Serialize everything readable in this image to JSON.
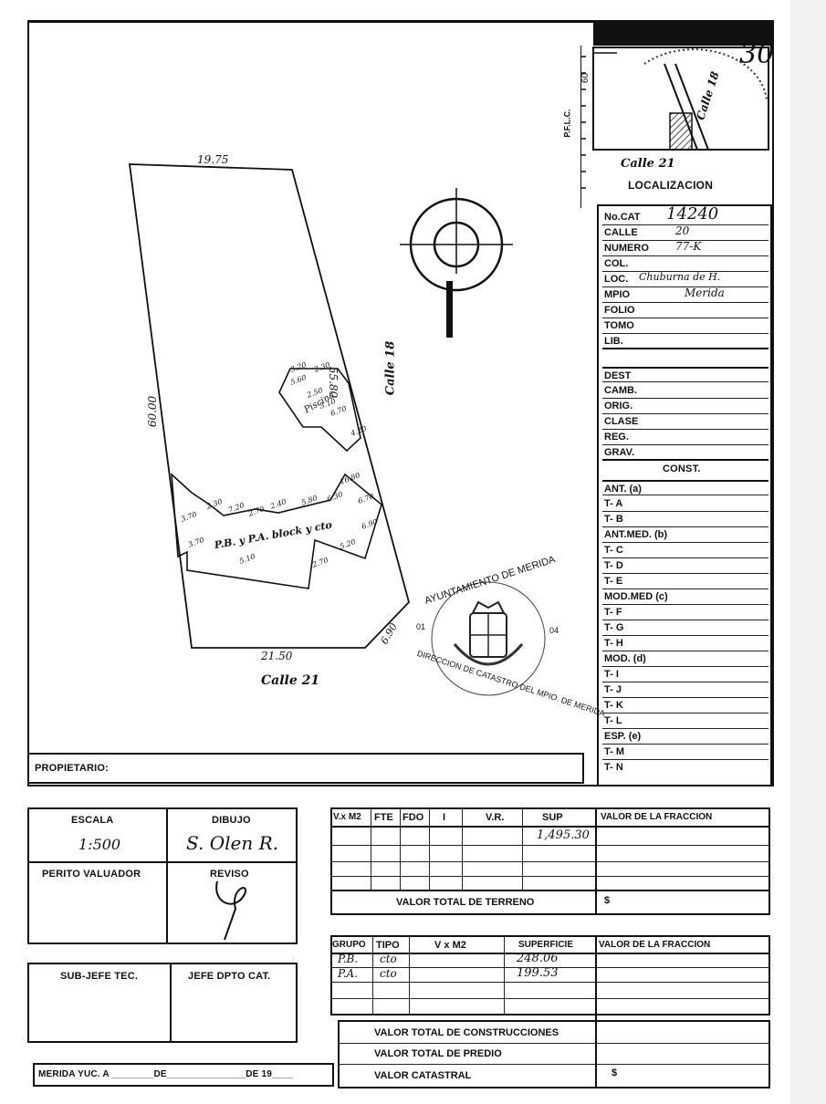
{
  "localizacion": {
    "title": "LOCALIZACION",
    "side_label": "P.F.L.C.",
    "depth_label": "60",
    "street_label": "Calle 21",
    "calle_label": "Calle 18",
    "page_mark": "30"
  },
  "plan": {
    "top_dim": "19.75",
    "left_dim": "60.00",
    "right_dim": "55.80",
    "bottom_dim": "21.50",
    "corner_dim": "6.90",
    "right_street": "Calle 18",
    "bottom_street": "Calle 21",
    "building_label": "P.B. y P.A. block y cto",
    "pool_label": "Piscina",
    "dims_small": [
      "3.20",
      "2.30",
      "5.60",
      "2.50",
      "3.10",
      "2.30",
      "7.20",
      "2.70",
      "2.40",
      "5.80",
      "6.30",
      "16.80",
      "6.70",
      "6.90",
      "5.20",
      "5.10",
      "2.70",
      "3.70",
      "3.70",
      "4.20",
      "6.70"
    ]
  },
  "seal": {
    "top": "AYUNTAMIENTO DE MERIDA",
    "bottom": "DIRECCION DE CATASTRO DEL MPIO. DE MERIDA",
    "left_num": "01",
    "right_num": "04"
  },
  "fields": {
    "num_cat_label": "No.CAT",
    "num_cat": "14240",
    "calle_label": "CALLE",
    "calle": "20",
    "numero_label": "NUMERO",
    "numero": "77-K",
    "col_label": "COL.",
    "loc_label": "LOC.",
    "loc": "Chuburna de H.",
    "mpio_label": "MPIO",
    "mpio": "Merida",
    "folio_label": "FOLIO",
    "tomo_label": "TOMO",
    "lib_label": "LIB.",
    "dest_label": "DEST",
    "camb_label": "CAMB.",
    "orig_label": "ORIG.",
    "clase_label": "CLASE",
    "reg_label": "REG.",
    "grav_label": "GRAV.",
    "const_label": "CONST.",
    "ant_label": "ANT. (a)",
    "ta": "T- A",
    "tb": "T- B",
    "antmed_label": "ANT.MED. (b)",
    "tc": "T- C",
    "td": "T- D",
    "te": "T- E",
    "modmed_label": "MOD.MED (c)",
    "tf": "T- F",
    "tg": "T- G",
    "th": "T- H",
    "mod_label": "MOD. (d)",
    "ti": "T- I",
    "tj": "T- J",
    "tk": "T- K",
    "tl": "T- L",
    "esp_label": "ESP. (e)",
    "tm": "T- M",
    "tn": "T- N"
  },
  "owner": {
    "label": "PROPIETARIO:"
  },
  "bottom": {
    "escala_label": "ESCALA",
    "escala": "1:500",
    "dibujo_label": "DIBUJO",
    "dibujo": "S. Olen R.",
    "perito_label": "PERITO VALUADOR",
    "reviso_label": "REVISO",
    "subjefe_label": "SUB-JEFE TEC.",
    "jefe_label": "JEFE DPTO CAT.",
    "merida_label": "MERIDA YUC. A ________DE_______________DE 19____"
  },
  "terreno": {
    "headers": [
      "V.x M2",
      "FTE",
      "FDO",
      "I",
      "V.R.",
      "SUP",
      "VALOR DE LA FRACCION"
    ],
    "sup": "1,495.30",
    "total_label": "VALOR TOTAL DE TERRENO",
    "currency": "$"
  },
  "construccion": {
    "headers": [
      "GRUPO",
      "TIPO",
      "V x M2",
      "SUPERFICIE",
      "VALOR DE LA FRACCION"
    ],
    "rows": [
      {
        "grupo": "P.B.",
        "tipo": "cto",
        "sup": "248.06"
      },
      {
        "grupo": "P.A.",
        "tipo": "cto",
        "sup": "199.53"
      }
    ],
    "total_label": "VALOR TOTAL DE CONSTRUCCIONES",
    "predio_label": "VALOR TOTAL DE PREDIO",
    "catastral_label": "VALOR CATASTRAL",
    "currency": "$"
  }
}
